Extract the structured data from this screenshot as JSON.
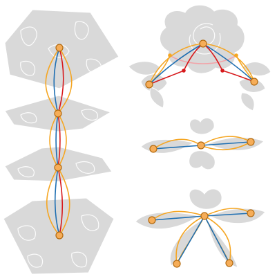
{
  "palette": {
    "shape_fill": "#d9d9d9",
    "background": "#ffffff",
    "node_fill": "#f6ad58",
    "node_stroke": "#b26a10",
    "edge_orange": "#f5a623",
    "edge_blue": "#1f6fb2",
    "edge_red": "#d7191c",
    "edge_pink": "#f2a3a8"
  },
  "figure": {
    "panels": [
      {
        "id": "stacked-pentagon-tiles",
        "shape_kind": "pentagon-stack"
      },
      {
        "id": "rose-arch",
        "shape_kind": "rose-with-leaves"
      },
      {
        "id": "flower-horizontal",
        "shape_kind": "four-petal-flower"
      },
      {
        "id": "flower-star",
        "shape_kind": "five-petal-flower"
      }
    ]
  }
}
